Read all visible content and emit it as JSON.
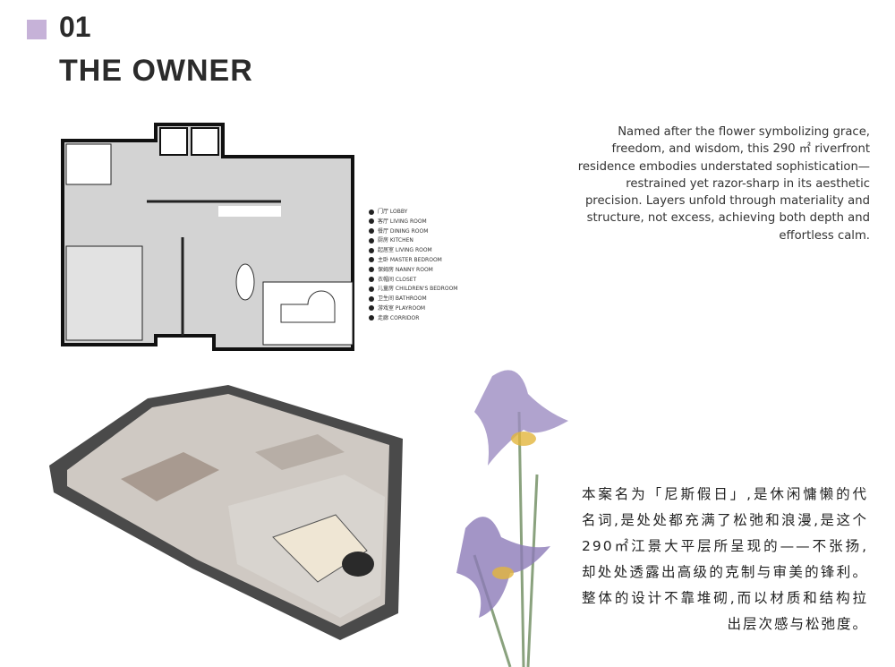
{
  "header": {
    "number": "01",
    "title": "THE OWNER",
    "accent_color": "#c6b2d8"
  },
  "floorplan_legend": [
    "门厅 LOBBY",
    "客厅 LIVING ROOM",
    "餐厅 DINING ROOM",
    "厨房 KITCHEN",
    "起居室 LIVING ROOM",
    "主卧 MASTER BEDROOM",
    "保姆房 NANNY ROOM",
    "衣帽间 CLOSET",
    "儿童房 CHILDREN'S BEDROOM",
    "卫生间 BATHROOM",
    "游戏室 PLAYROOM",
    "走廊 CORRIDOR"
  ],
  "description_en": "Named after the flower symbolizing grace, freedom, and wisdom, this 290 ㎡ riverfront residence embodies understated sophistication—restrained yet razor-sharp in its aesthetic precision. Layers unfold through materiality and structure, not excess, achieving both depth and effortless calm.",
  "description_cn": "本案名为「尼斯假日」,是休闲慵懒的代名词,是处处都充满了松弛和浪漫,是这个290㎡江景大平层所呈现的——不张扬,却处处透露出高级的克制与审美的锋利。整体的设计不靠堆砌,而以材质和结构拉出层次感与松弛度。"
}
